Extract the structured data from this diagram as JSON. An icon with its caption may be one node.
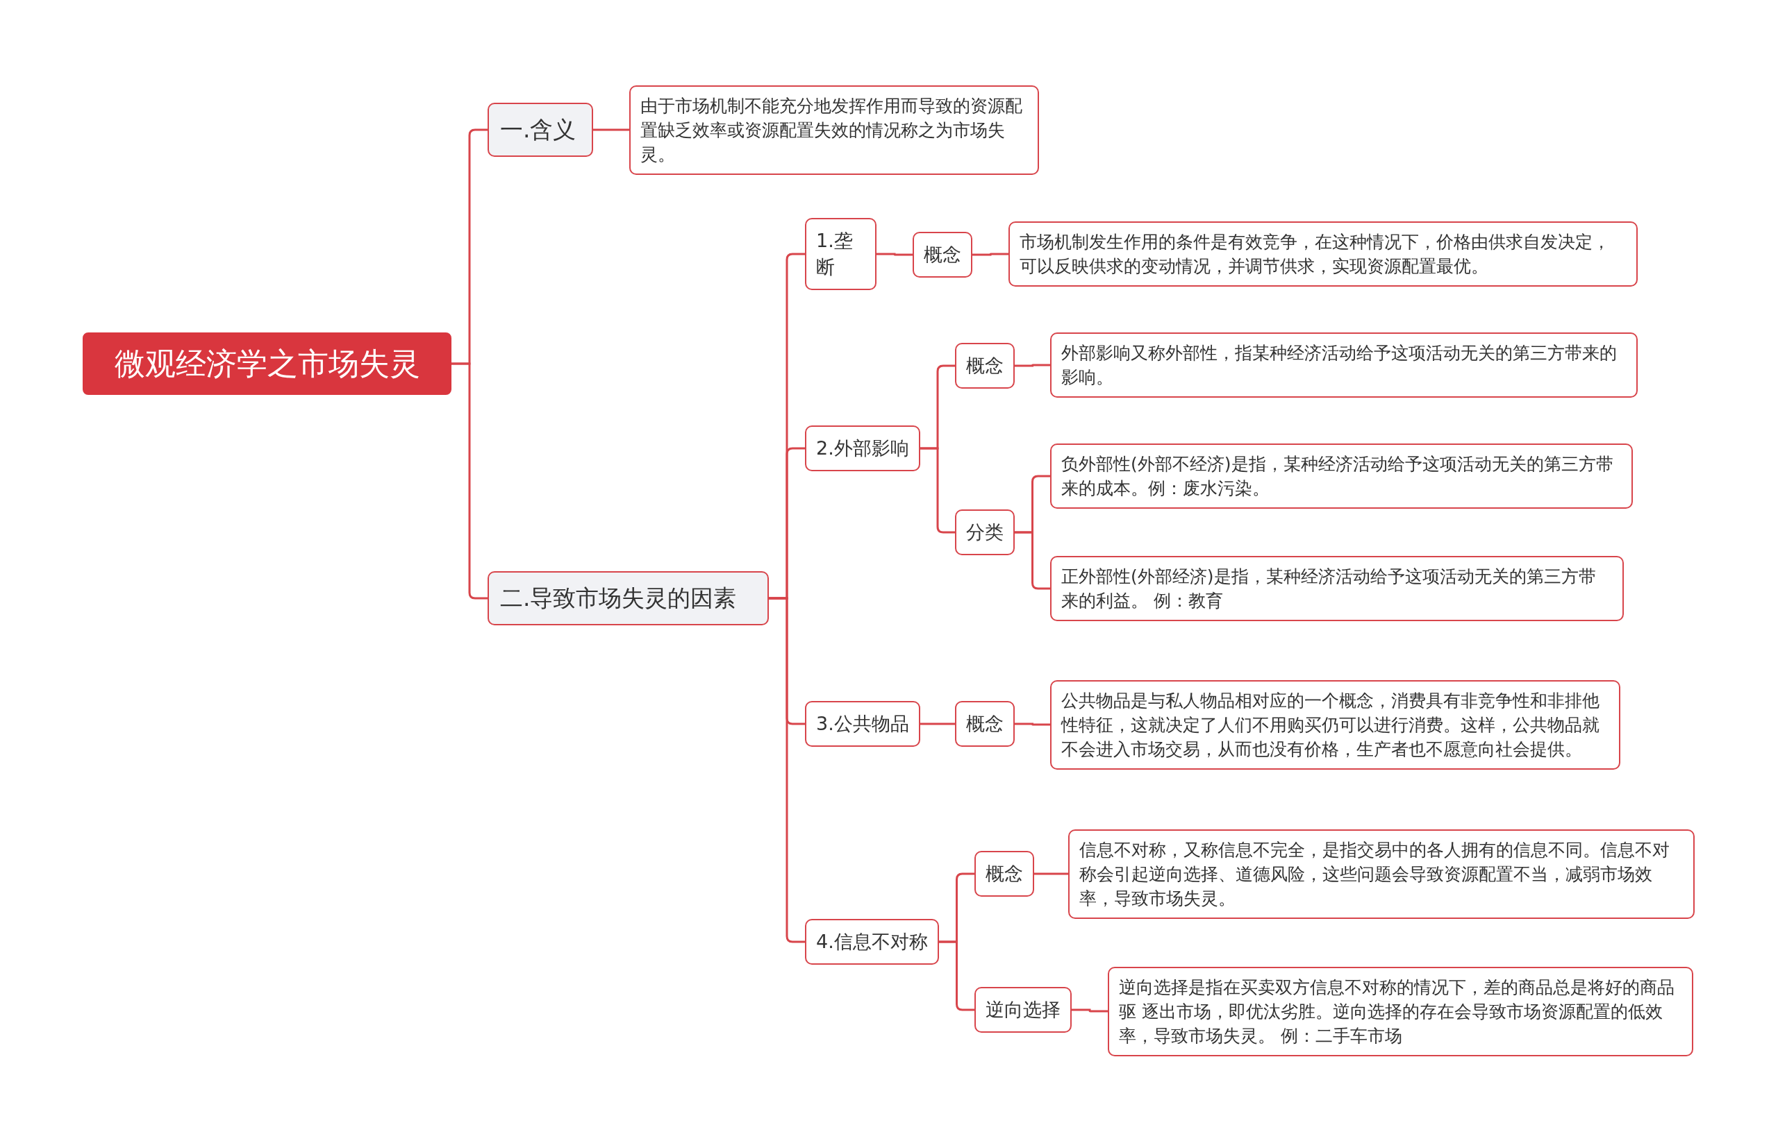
{
  "diagram": {
    "nodes": [
      {
        "text": [
          "微观经济学之市场失灵"
        ]
      },
      {
        "text": [
          "一.含义"
        ]
      },
      {
        "text": [
          "由于市场机制不能充分地发挥作用而导致的资源配置缺乏效率或资源配置失效的情况称之为市场失灵。"
        ]
      },
      {
        "text": [
          "二.导致市场失灵的因素"
        ]
      },
      {
        "text": [
          "1.垄断"
        ]
      },
      {
        "text": [
          "概念"
        ]
      },
      {
        "text": [
          "市场机制发生作用的条件是有效竞争，在这种情况下，价格由供求自发决定，可以反映供求的变动情况，并调节供求，实现资源配置最优。"
        ]
      },
      {
        "text": [
          "2.外部影响"
        ]
      },
      {
        "text": [
          "概念"
        ]
      },
      {
        "text": [
          "外部影响又称外部性，指某种经济活动给予这项活动无关的第三方带来的影响。"
        ]
      },
      {
        "text": [
          "分类"
        ]
      },
      {
        "text": [
          "负外部性(外部不经济)是指，某种经济活动给予这项活动无关的第三方带来的成本。例：废水污染。"
        ]
      },
      {
        "text": [
          "正外部性(外部经济)是指，某种经济活动给予这项活动无关的第三方带来的利益。 例：教育"
        ]
      },
      {
        "text": [
          "3.公共物品"
        ]
      },
      {
        "text": [
          "概念"
        ]
      },
      {
        "text": [
          "公共物品是与私人物品相对应的一个概念，消费具有非竞争性和非排他性特征，这就决定了人们不用购买仍可以进行消费。这样，公共物品就不会进入市场交易，从而也没有价格，生产者也不愿意向社会提供。"
        ]
      },
      {
        "text": [
          "4.信息不对称"
        ]
      },
      {
        "text": [
          "概念"
        ]
      },
      {
        "text": [
          "信息不对称，又称信息不完全，是指交易中的各人拥有的信息不同。信息不对称会引起逆向选择、道德风险，这些问题会导致资源配置不当，减弱市场效率，导致市场失灵。"
        ]
      },
      {
        "text": [
          "逆向选择"
        ]
      },
      {
        "text": [
          "逆向选择是指在买卖双方信息不对称的情况下，差的商品总是将好的商品驱 逐出市场，即优汰劣胜。逆向选择的存在会导致市场资源配置的低效率，导致市场失灵。 例：二手车市场"
        ]
      }
    ],
    "edges": [
      {
        "from": 0,
        "to": 1,
        "arrow": "none"
      },
      {
        "from": 1,
        "to": 2,
        "arrow": "none"
      },
      {
        "from": 0,
        "to": 3,
        "arrow": "none"
      },
      {
        "from": 3,
        "to": 4,
        "arrow": "none"
      },
      {
        "from": 4,
        "to": 5,
        "arrow": "none"
      },
      {
        "from": 5,
        "to": 6,
        "arrow": "none"
      },
      {
        "from": 3,
        "to": 7,
        "arrow": "none"
      },
      {
        "from": 7,
        "to": 8,
        "arrow": "none"
      },
      {
        "from": 8,
        "to": 9,
        "arrow": "none"
      },
      {
        "from": 7,
        "to": 10,
        "arrow": "none"
      },
      {
        "from": 10,
        "to": 11,
        "arrow": "none"
      },
      {
        "from": 10,
        "to": 12,
        "arrow": "none"
      },
      {
        "from": 3,
        "to": 13,
        "arrow": "none"
      },
      {
        "from": 13,
        "to": 14,
        "arrow": "none"
      },
      {
        "from": 14,
        "to": 15,
        "arrow": "none"
      },
      {
        "from": 3,
        "to": 16,
        "arrow": "none"
      },
      {
        "from": 16,
        "to": 17,
        "arrow": "none"
      },
      {
        "from": 17,
        "to": 18,
        "arrow": "none"
      },
      {
        "from": 16,
        "to": 19,
        "arrow": "none"
      },
      {
        "from": 19,
        "to": 20,
        "arrow": "none"
      }
    ]
  }
}
